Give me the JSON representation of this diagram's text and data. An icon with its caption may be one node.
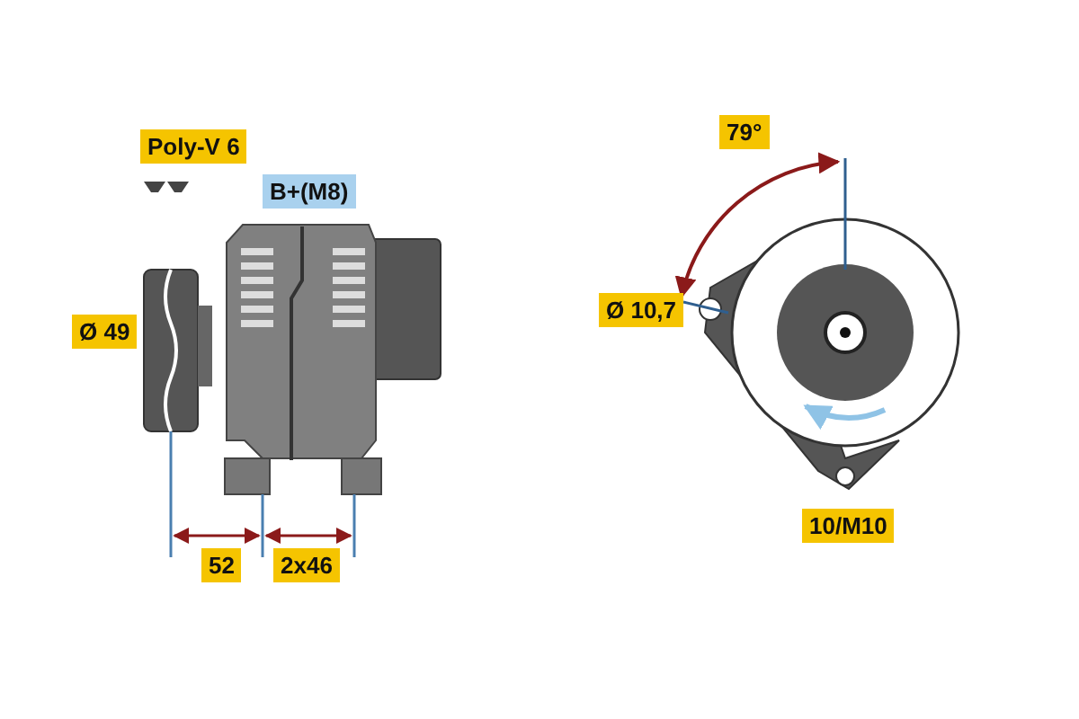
{
  "diagram": {
    "labels": [
      "Poly-V 6",
      "B+(M8)",
      "Ø 49",
      "52",
      "2x46",
      "79°",
      "Ø 10,7",
      "10/M10"
    ]
  }
}
